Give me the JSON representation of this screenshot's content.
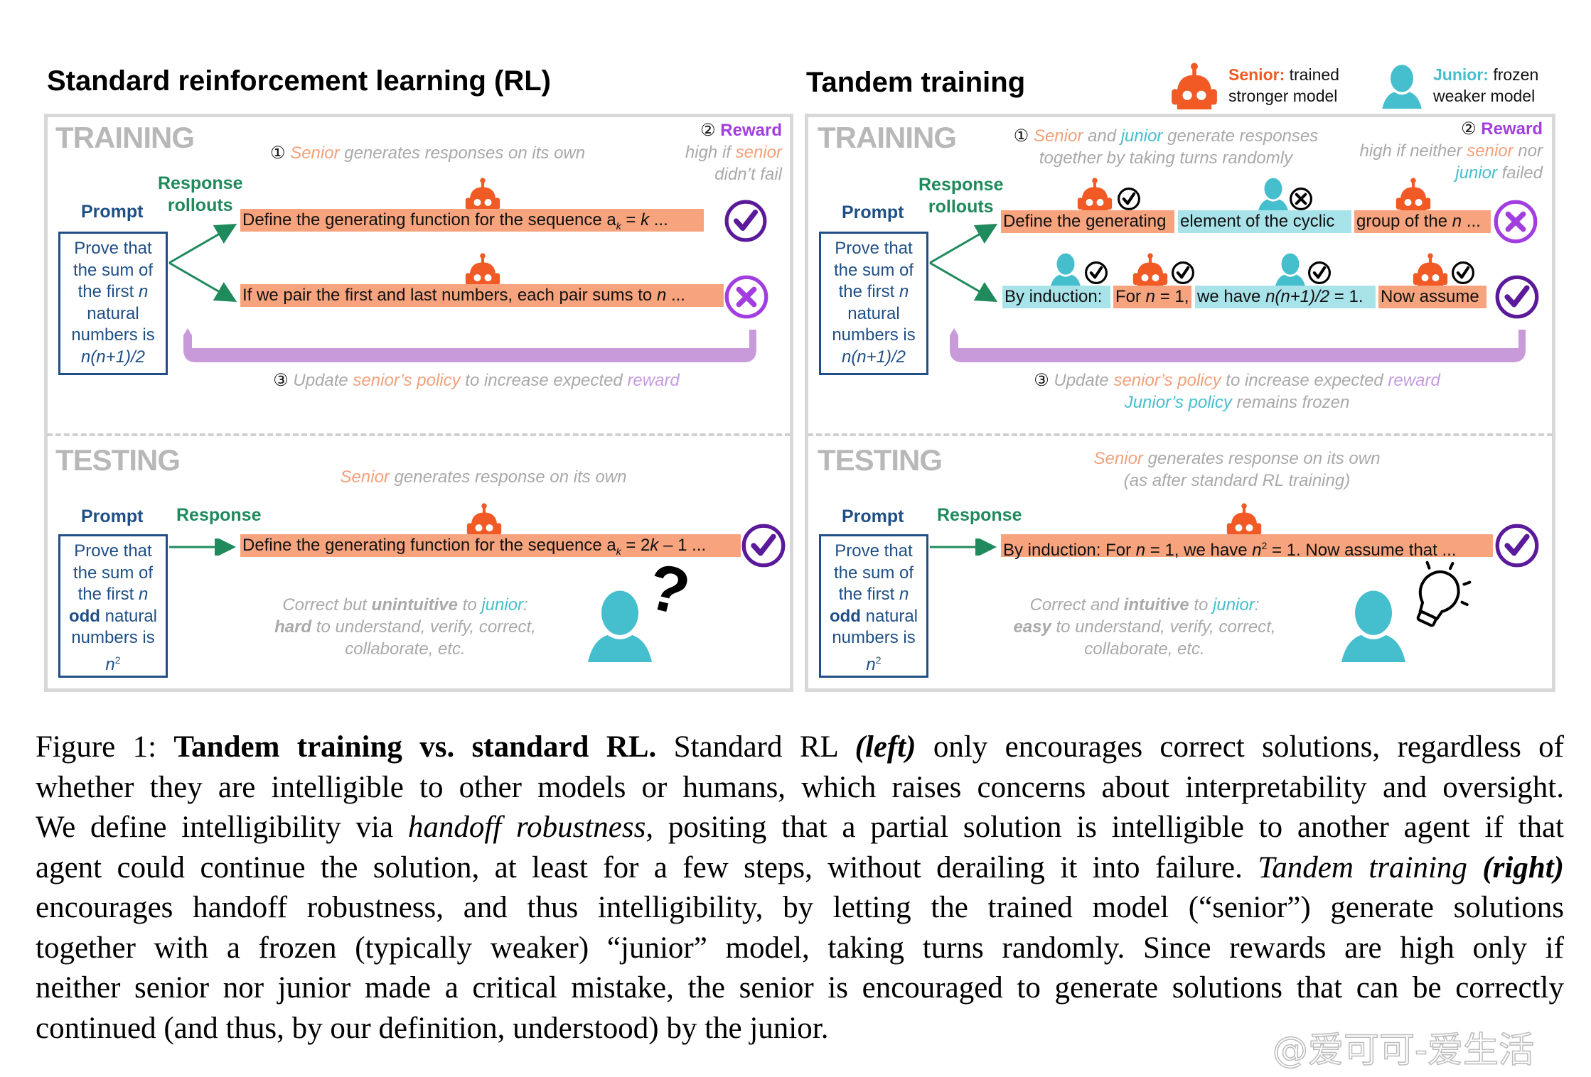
{
  "left": {
    "title": "Standard reinforcement learning (RL)",
    "training": {
      "section_label": "TRAINING",
      "step1": {
        "number": "①",
        "senior": "Senior",
        "rest": " generates responses on its own"
      },
      "step2": {
        "number": "②",
        "reward": "Reward",
        "line1_a": "high if ",
        "line1_senior": "senior",
        "line2": "didn’t fail"
      },
      "prompt_label": "Prompt",
      "rollouts_label_1": "Response",
      "rollouts_label_2": "rollouts",
      "prompt_lines": [
        "Prove that",
        "the sum of",
        "the first ",
        "natural",
        "numbers is",
        "n(n+1)/2"
      ],
      "prompt_italic_n": "n",
      "rollout1": {
        "text_a": "Define the generating function for the sequence a",
        "sub": "k",
        "text_b": " = ",
        "italic": "k",
        "text_c": " ...",
        "result": "correct"
      },
      "rollout2": {
        "text_a": "If we pair the first and last numbers, each pair sums to ",
        "italic": "n",
        "text_c": " ...",
        "result": "incorrect"
      },
      "step3": {
        "number": "③",
        "a": "Update ",
        "senior_policy": "senior’s policy",
        "b": " to increase expected ",
        "reward": "reward"
      }
    },
    "testing": {
      "section_label": "TESTING",
      "caption_senior": "Senior",
      "caption_rest": " generates response on its own",
      "prompt_label": "Prompt",
      "response_label": "Response",
      "prompt_lines": [
        "Prove that",
        "the sum of",
        "the first ",
        "odd",
        " natural",
        "numbers is",
        "n",
        "2"
      ],
      "response": {
        "text_a": "Define the generating function for the sequence a",
        "sub": "k",
        "text_b": " = 2",
        "italic": "k",
        "text_c": " – 1 ...",
        "result": "correct"
      },
      "verdict": {
        "a": "Correct but ",
        "bold": "unintuitive",
        "b": " to ",
        "junior": "junior",
        "c": ":",
        "line2_bold": "hard",
        "line2": " to understand, verify, correct,",
        "line3": "collaborate, etc."
      },
      "junior_reaction": "?"
    }
  },
  "right": {
    "title": "Tandem training",
    "legend": {
      "senior_label": "Senior:",
      "senior_desc_1": " trained",
      "senior_desc_2": "stronger model",
      "junior_label": "Junior:",
      "junior_desc_1": " frozen",
      "junior_desc_2": "weaker model"
    },
    "training": {
      "section_label": "TRAINING",
      "step1": {
        "number": "①",
        "senior": "Senior",
        "and": " and ",
        "junior": "junior",
        "rest1": " generate responses",
        "line2": "together by taking turns randomly"
      },
      "step2": {
        "number": "②",
        "reward": "Reward",
        "line1_a": "high if neither ",
        "line1_senior": "senior",
        "line1_b": " nor",
        "line2_junior": "junior",
        "line2_b": " failed"
      },
      "prompt_label": "Prompt",
      "rollouts_label_1": "Response",
      "rollouts_label_2": "rollouts",
      "prompt_lines": [
        "Prove that",
        "the sum of",
        "the first ",
        "natural",
        "numbers is",
        "n(n+1)/2"
      ],
      "rollout1": {
        "segments": [
          {
            "speaker": "senior",
            "text": "Define the generating",
            "step_ok": true
          },
          {
            "speaker": "junior",
            "text": "element of the cyclic",
            "step_ok": false
          },
          {
            "speaker": "senior",
            "text": "group of the ",
            "italic": "n",
            "tail": " ..."
          }
        ],
        "result": "incorrect"
      },
      "rollout2": {
        "segments": [
          {
            "speaker": "junior",
            "text": "By induction:",
            "step_ok": true
          },
          {
            "speaker": "senior",
            "text": "For ",
            "italic": "n",
            "tail": " = 1,",
            "step_ok": true
          },
          {
            "speaker": "junior",
            "text": "we have ",
            "italic": "n(n+1)/2",
            "tail": " = 1.",
            "step_ok": true
          },
          {
            "speaker": "senior",
            "text": "Now assume",
            "step_ok": true
          }
        ],
        "result": "correct"
      },
      "step3": {
        "number": "③",
        "a": "Update ",
        "senior_policy": "senior’s policy",
        "b": " to increase expected ",
        "reward": "reward",
        "line2_junior": "Junior’s policy",
        "line2_b": " remains frozen"
      }
    },
    "testing": {
      "section_label": "TESTING",
      "caption_senior": "Senior",
      "caption_rest": " generates response on its own",
      "caption_line2": "(as after standard RL training)",
      "prompt_label": "Prompt",
      "response_label": "Response",
      "prompt_lines": [
        "Prove that",
        "the sum of",
        "the first ",
        "odd",
        " natural",
        "numbers is",
        "n",
        "2"
      ],
      "response": {
        "text_a": "By induction: For ",
        "italic": "n",
        "text_b": " = 1, we have ",
        "italic2": "n",
        "sup": "2",
        "text_c": " = 1. Now assume that ...",
        "result": "correct"
      },
      "verdict": {
        "a": "Correct and ",
        "bold": "intuitive",
        "b": " to ",
        "junior": "junior",
        "c": ":",
        "line2_bold": "easy",
        "line2": " to understand, verify, correct,",
        "line3": "collaborate, etc."
      },
      "junior_reaction": "lightbulb"
    }
  },
  "colors": {
    "senior": "#f15a24",
    "junior": "#45bfcd",
    "senior_highlight": "#f7a47e",
    "junior_highlight": "#a9e3ea",
    "reward_correct": "#5a1a9a",
    "reward_incorrect": "#a23ee0",
    "update_arrow": "#c99ad9",
    "prompt_blue": "#1f4f86",
    "rollout_green": "#1f8a5c"
  },
  "caption": {
    "lines": [
      [
        {
          "t": "Figure 1: ",
          "s": "n"
        },
        {
          "t": "Tandem training vs. standard RL.",
          "s": "b"
        },
        {
          "t": " Standard RL ",
          "s": "n"
        },
        {
          "t": "(left)",
          "s": "bi"
        },
        {
          "t": " only encourages correct solutions, regardless of",
          "s": "n"
        }
      ],
      [
        {
          "t": "whether they are intelligible to other models or humans, which raises concerns about interpretability and oversight.",
          "s": "n"
        }
      ],
      [
        {
          "t": "We define intelligibility via ",
          "s": "n"
        },
        {
          "t": "handoff robustness,",
          "s": "i"
        },
        {
          "t": " positing that a partial solution is intelligible to another agent if that",
          "s": "n"
        }
      ],
      [
        {
          "t": "agent could continue the solution, at least for a few steps, without derailing it into failure. ",
          "s": "n"
        },
        {
          "t": "Tandem training ",
          "s": "i"
        },
        {
          "t": "(right)",
          "s": "bi"
        }
      ],
      [
        {
          "t": "encourages handoff robustness, and thus intelligibility, by letting the trained model (“senior”) generate solutions",
          "s": "n"
        }
      ],
      [
        {
          "t": "together with a frozen (typically weaker) “junior” model, taking turns randomly. Since rewards are high only if",
          "s": "n"
        }
      ],
      [
        {
          "t": "neither senior nor junior made a critical mistake, the senior is encouraged to generate solutions that can be correctly",
          "s": "n"
        }
      ],
      [
        {
          "t": "continued (and thus, by our definition, understood) by the junior.",
          "s": "n"
        }
      ]
    ]
  },
  "watermark": "@爱可可-爱生活"
}
